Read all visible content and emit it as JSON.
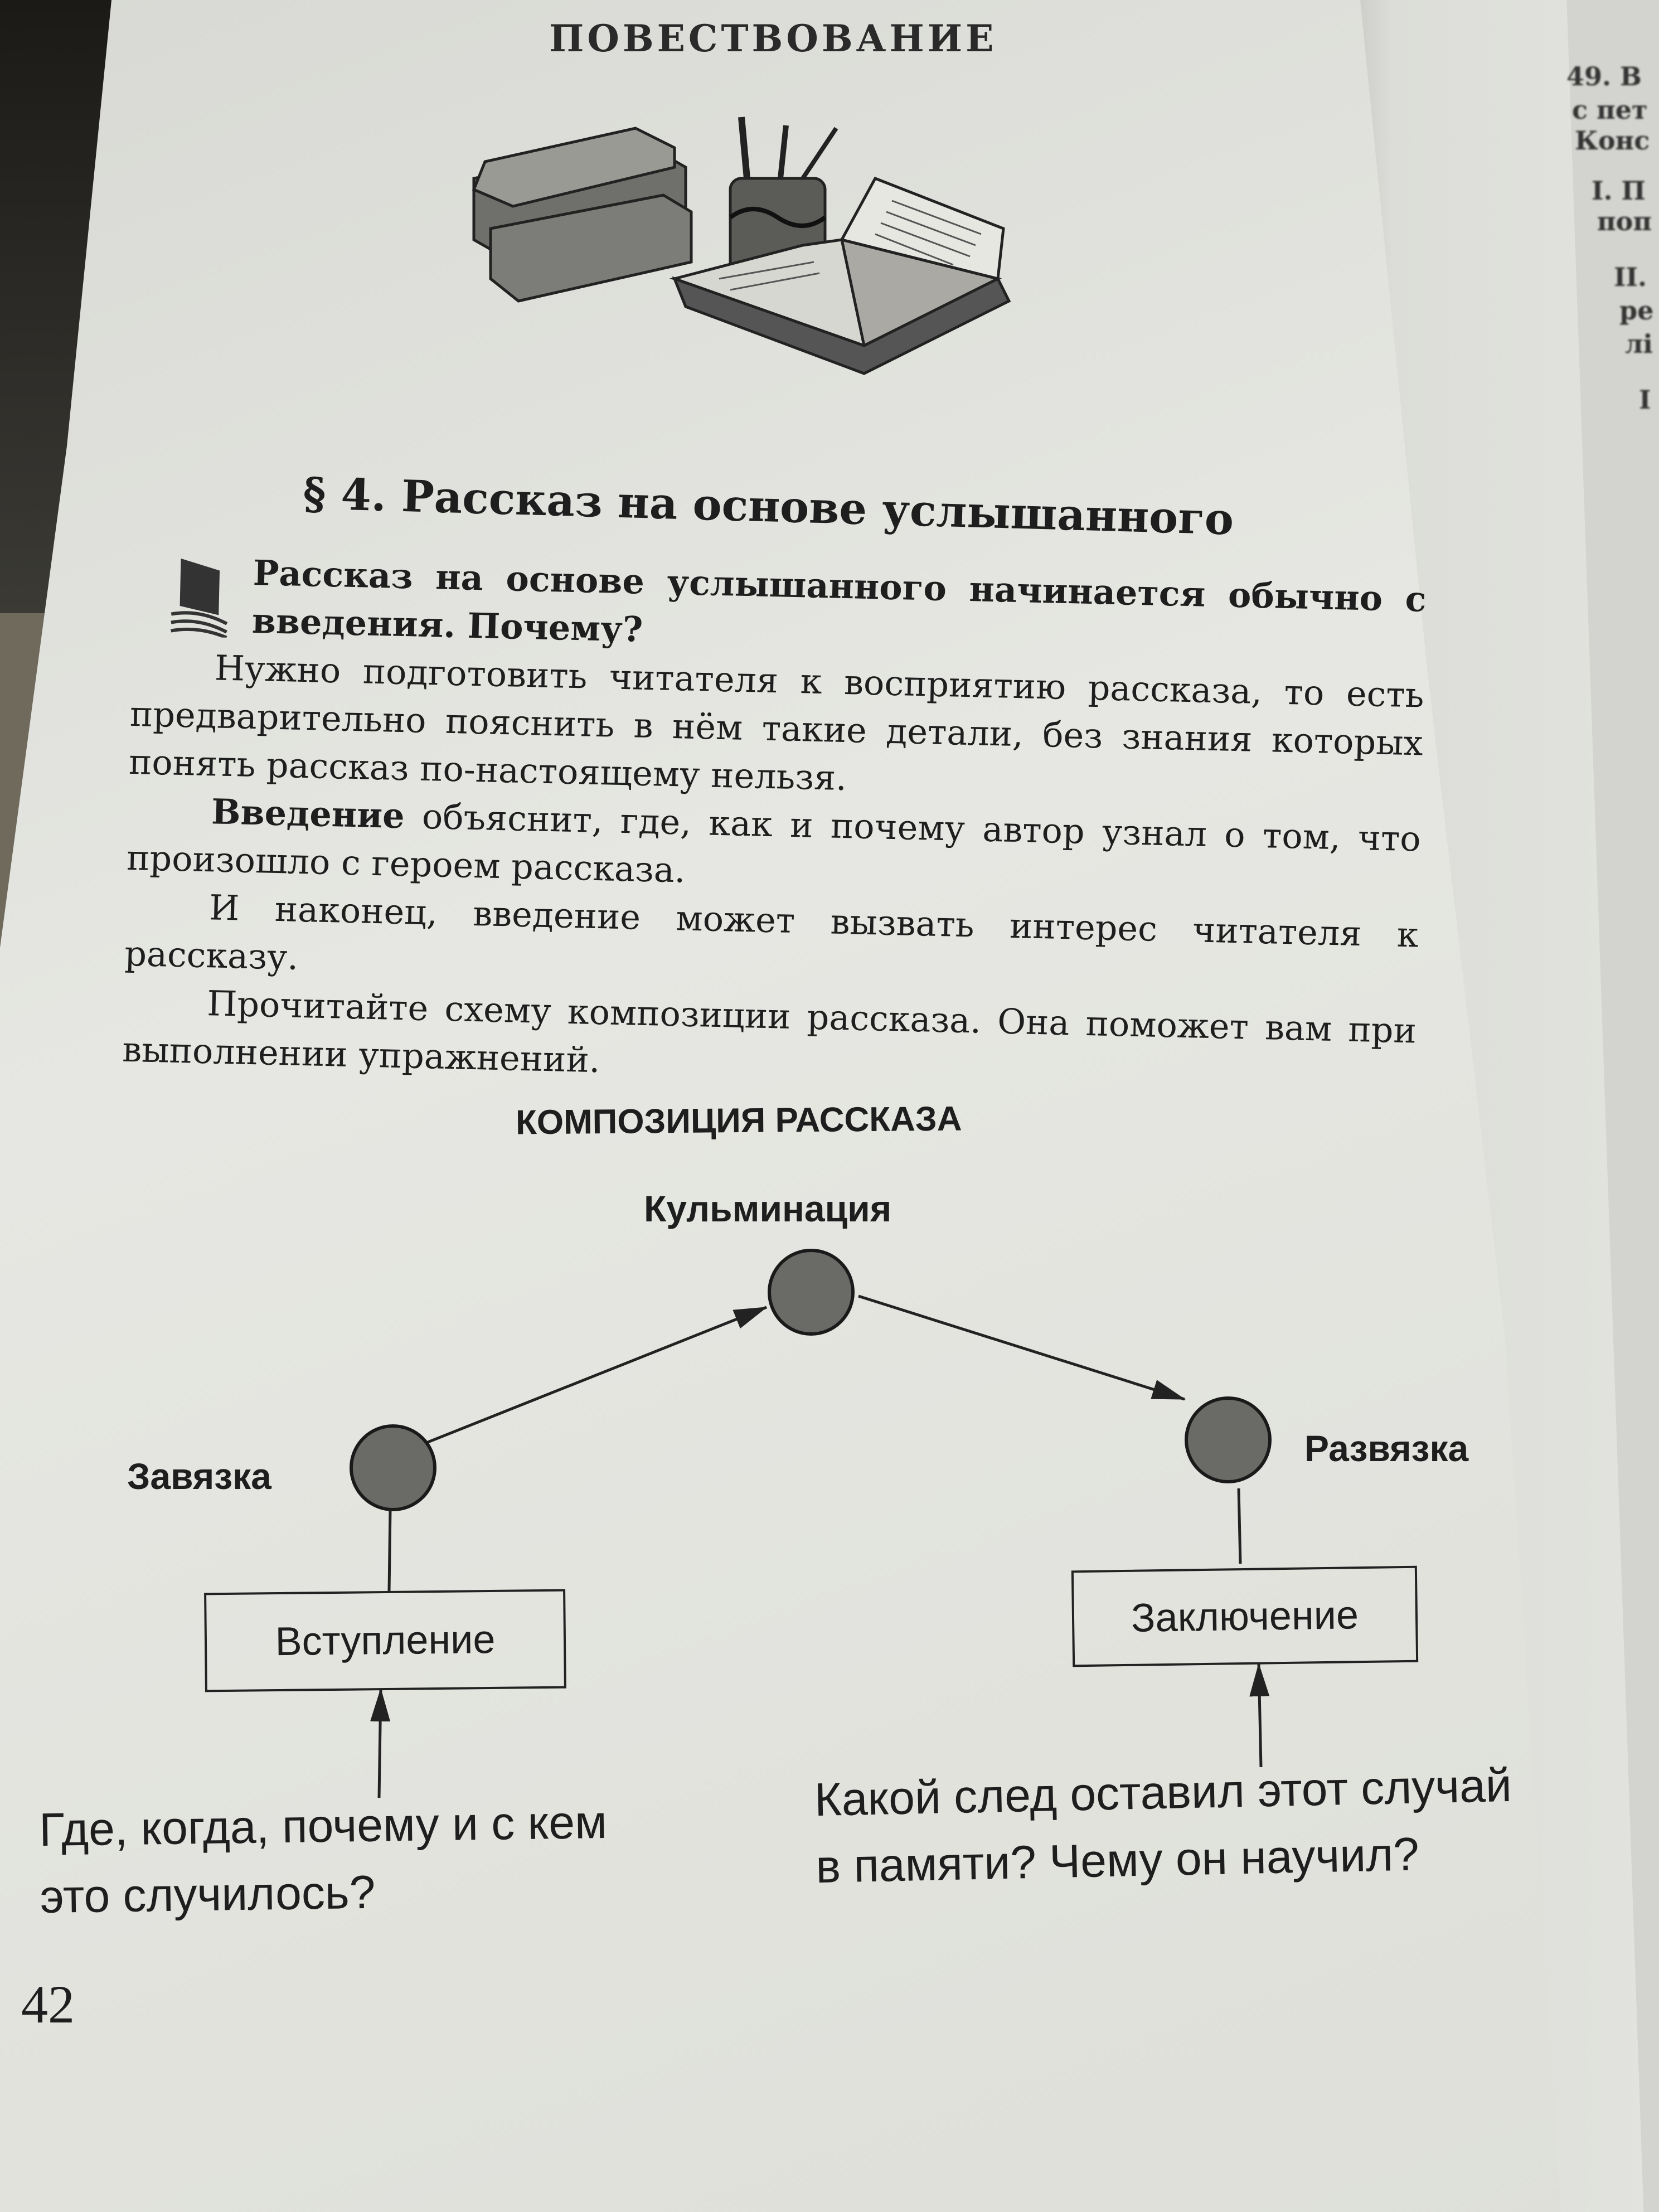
{
  "running_head": "ПОВЕСТВОВАНИЕ",
  "section_heading": "§ 4. Рассказ на основе услышанного",
  "paragraphs": {
    "lead": "Рассказ на основе услышанного начинается обычно с введения. Почему?",
    "p1": "Нужно подготовить читателя к восприятию рассказа, то есть предварительно пояснить в нём такие детали, без знания которых понять рассказ по-настоящему нельзя.",
    "p2_bold": "Введение",
    "p2_rest": " объяснит, где, как и почему автор узнал о том, что произошло с героем рассказа.",
    "p3": "И наконец, введение может вызвать интерес читателя к рассказу.",
    "p4": "Прочитайте схему композиции рассказа. Она поможет вам при выполнении упражнений."
  },
  "diagram": {
    "title": "КОМПОЗИЦИЯ РАССКАЗА",
    "climax": "Кульминация",
    "setup": "Завязка",
    "resolution": "Развязка",
    "intro_box": "Вступление",
    "conclusion_box": "Заключение",
    "intro_question": [
      "Где, когда, почему и с кем",
      "это случилось?"
    ],
    "conclusion_question": [
      "Какой след оставил этот случай",
      "в памяти? Чему он научил?"
    ]
  },
  "page_number": "42",
  "right_page_fragments": [
    "49. В",
    "с пет",
    "Конс",
    "I. П",
    "поп",
    "II.",
    "ре",
    "лі",
    "I"
  ]
}
